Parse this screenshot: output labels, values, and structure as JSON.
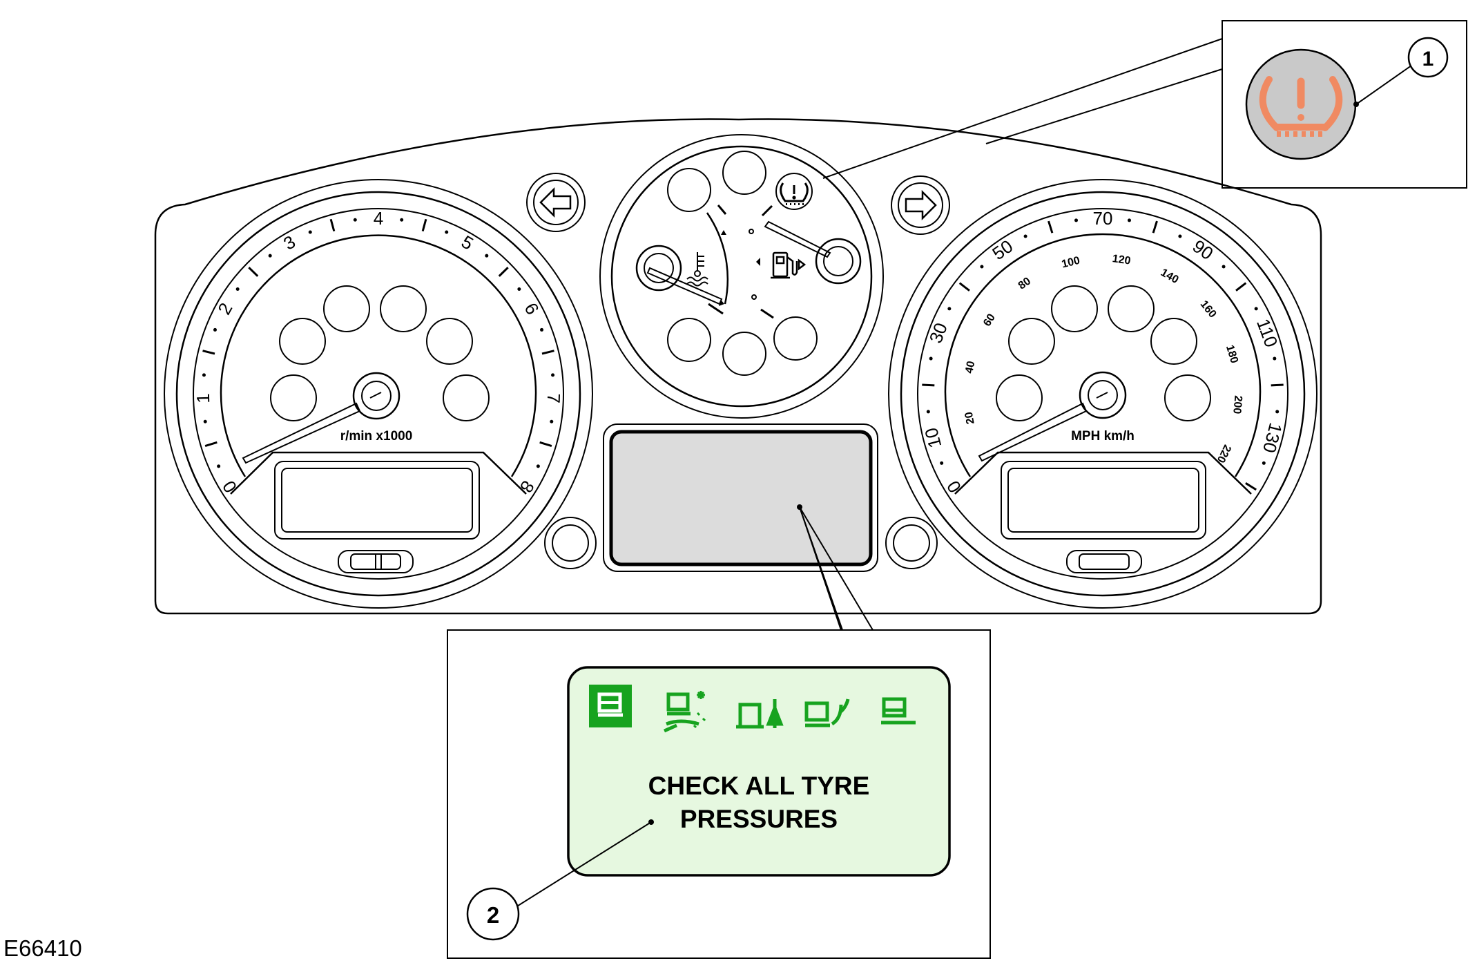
{
  "figure_code": "E66410",
  "callouts": [
    "1",
    "2"
  ],
  "tachometer": {
    "labels": [
      "0",
      "1",
      "2",
      "3",
      "4",
      "5",
      "6",
      "7",
      "8"
    ],
    "unit": "r/min  x1000"
  },
  "speedometer": {
    "outer_labels": [
      "0",
      "10",
      "30",
      "50",
      "70",
      "90",
      "110",
      "130"
    ],
    "inner_labels": [
      "20",
      "40",
      "60",
      "80",
      "100",
      "120",
      "140",
      "160",
      "180",
      "200",
      "220"
    ],
    "unit": "MPH km/h"
  },
  "message_display": {
    "line1": "CHECK ALL TYRE",
    "line2": "PRESSURES"
  },
  "icons": [
    "left-turn-arrow-icon",
    "right-turn-arrow-icon",
    "tyre-pressure-warning-icon",
    "coolant-temperature-icon",
    "fuel-pump-icon",
    "terrain-vehicle-icon",
    "snow-grass-gravel-icon",
    "mud-ruts-icon",
    "sand-icon",
    "rock-crawl-icon"
  ],
  "colors": {
    "warning_lamp_fill": "#c9c9c9",
    "warning_symbol": "#f08a62",
    "display_panel": "#dcdcdc",
    "message_bg": "#e6f8e0",
    "terrain_icon_green": "#17a31f"
  }
}
